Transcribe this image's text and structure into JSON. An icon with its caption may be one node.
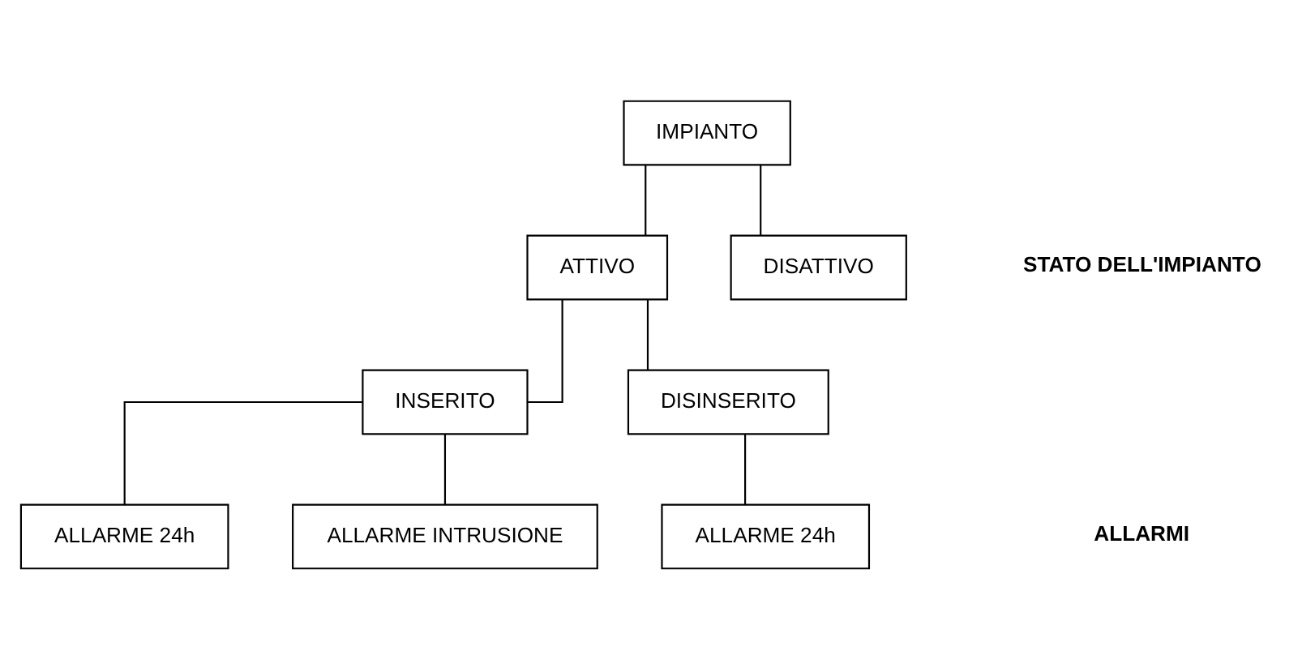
{
  "diagram": {
    "nodes": [
      {
        "text": [
          "IMPIANTO"
        ]
      },
      {
        "text": [
          "ATTIVO"
        ]
      },
      {
        "text": [
          "DISATTIVO"
        ]
      },
      {
        "text": [
          "INSERITO"
        ]
      },
      {
        "text": [
          "DISINSERITO"
        ]
      },
      {
        "text": [
          "ALLARME 24h"
        ]
      },
      {
        "text": [
          "ALLARME INTRUSIONE"
        ]
      },
      {
        "text": [
          "ALLARME 24h"
        ]
      }
    ],
    "edges": [
      {
        "from": 0,
        "to": 1,
        "arrow": "none"
      },
      {
        "from": 0,
        "to": 2,
        "arrow": "none"
      },
      {
        "from": 1,
        "to": 3,
        "arrow": "none"
      },
      {
        "from": 1,
        "to": 4,
        "arrow": "none"
      },
      {
        "from": 3,
        "to": 5,
        "arrow": "none"
      },
      {
        "from": 3,
        "to": 6,
        "arrow": "none"
      },
      {
        "from": 4,
        "to": 7,
        "arrow": "none"
      }
    ],
    "labels": [
      "STATO DELL'IMPIANTO",
      "ALLARMI"
    ]
  }
}
